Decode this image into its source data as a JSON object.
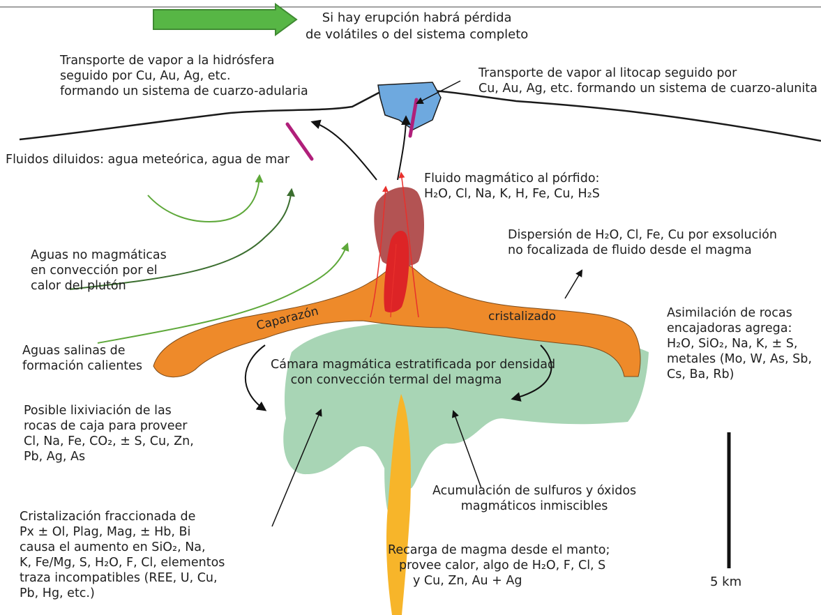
{
  "title": [
    "Si hay erupción habrá pérdida",
    "de volátiles o del sistema completo"
  ],
  "labels": {
    "hidrosfera": [
      "Transporte de vapor a la hidrósfera",
      "seguido por Cu, Au, Ag, etc.",
      "formando un sistema de cuarzo-adularia"
    ],
    "litocap": [
      "Transporte de vapor al litocap seguido por",
      "Cu, Au, Ag, etc. formando un sistema de cuarzo-alunita"
    ],
    "fluidos_diluidos": "Fluidos diluidos: agua meteórica, agua de mar",
    "fluido_magmatico_title": "Fluido magmático al pórfido:",
    "fluido_magmatico_list": "H₂O, Cl, Na, K, H, Fe, Cu, H₂S",
    "dispersion": [
      "Dispersión de H₂O, Cl, Fe, Cu por exsolución",
      "no focalizada de fluido desde el magma"
    ],
    "aguas_no_magmaticas": [
      "Aguas no magmáticas",
      "en convección por el",
      "calor del plutón"
    ],
    "caparazon": "Caparazón",
    "cristalizado": "cristalizado",
    "asimilacion": [
      "Asimilación de rocas",
      "encajadoras agrega:",
      "H₂O, SiO₂, Na, K, ± S,",
      "metales (Mo, W, As, Sb,",
      "Cs, Ba, Rb)"
    ],
    "aguas_salinas": [
      "Aguas salinas de",
      "formación calientes"
    ],
    "camara": [
      "Cámara magmática estratificada por densidad",
      "con convección termal del magma"
    ],
    "lixiviacion": [
      "Posible lixiviación de las",
      "rocas de caja para proveer",
      "Cl, Na, Fe, CO₂, ± S, Cu, Zn,",
      "Pb, Ag, As"
    ],
    "acumulacion": [
      "Acumulación de sulfuros y óxidos",
      "magmáticos inmiscibles"
    ],
    "cristalizacion": [
      "Cristalización fraccionada de",
      "Px ± Ol, Plag, Mag, ± Hb, Bi",
      "causa el aumento en SiO₂, Na,",
      "K, Fe/Mg, S, H₂O, F, Cl, elementos",
      "traza incompatibles (REE, U, Cu,",
      "Pb, Hg, etc.)"
    ],
    "recarga": [
      "Recarga de magma desde el manto;",
      "provee calor, algo de H₂O, F, Cl, S",
      "y Cu, Zn, Au + Ag"
    ],
    "scale": "5 km"
  },
  "colors": {
    "chamber": "#a8d5b5",
    "carapace": "#ee8a2a",
    "porphyry": "#b35353",
    "conduit": "#dd2426",
    "feeder": "#f7b52a",
    "litocap": "#6ea9df",
    "vein": "#b01f7a",
    "green_arrow": "#5ea83a",
    "dark_green_arrow": "#3b6e2f",
    "red_flow": "#e8302c"
  }
}
